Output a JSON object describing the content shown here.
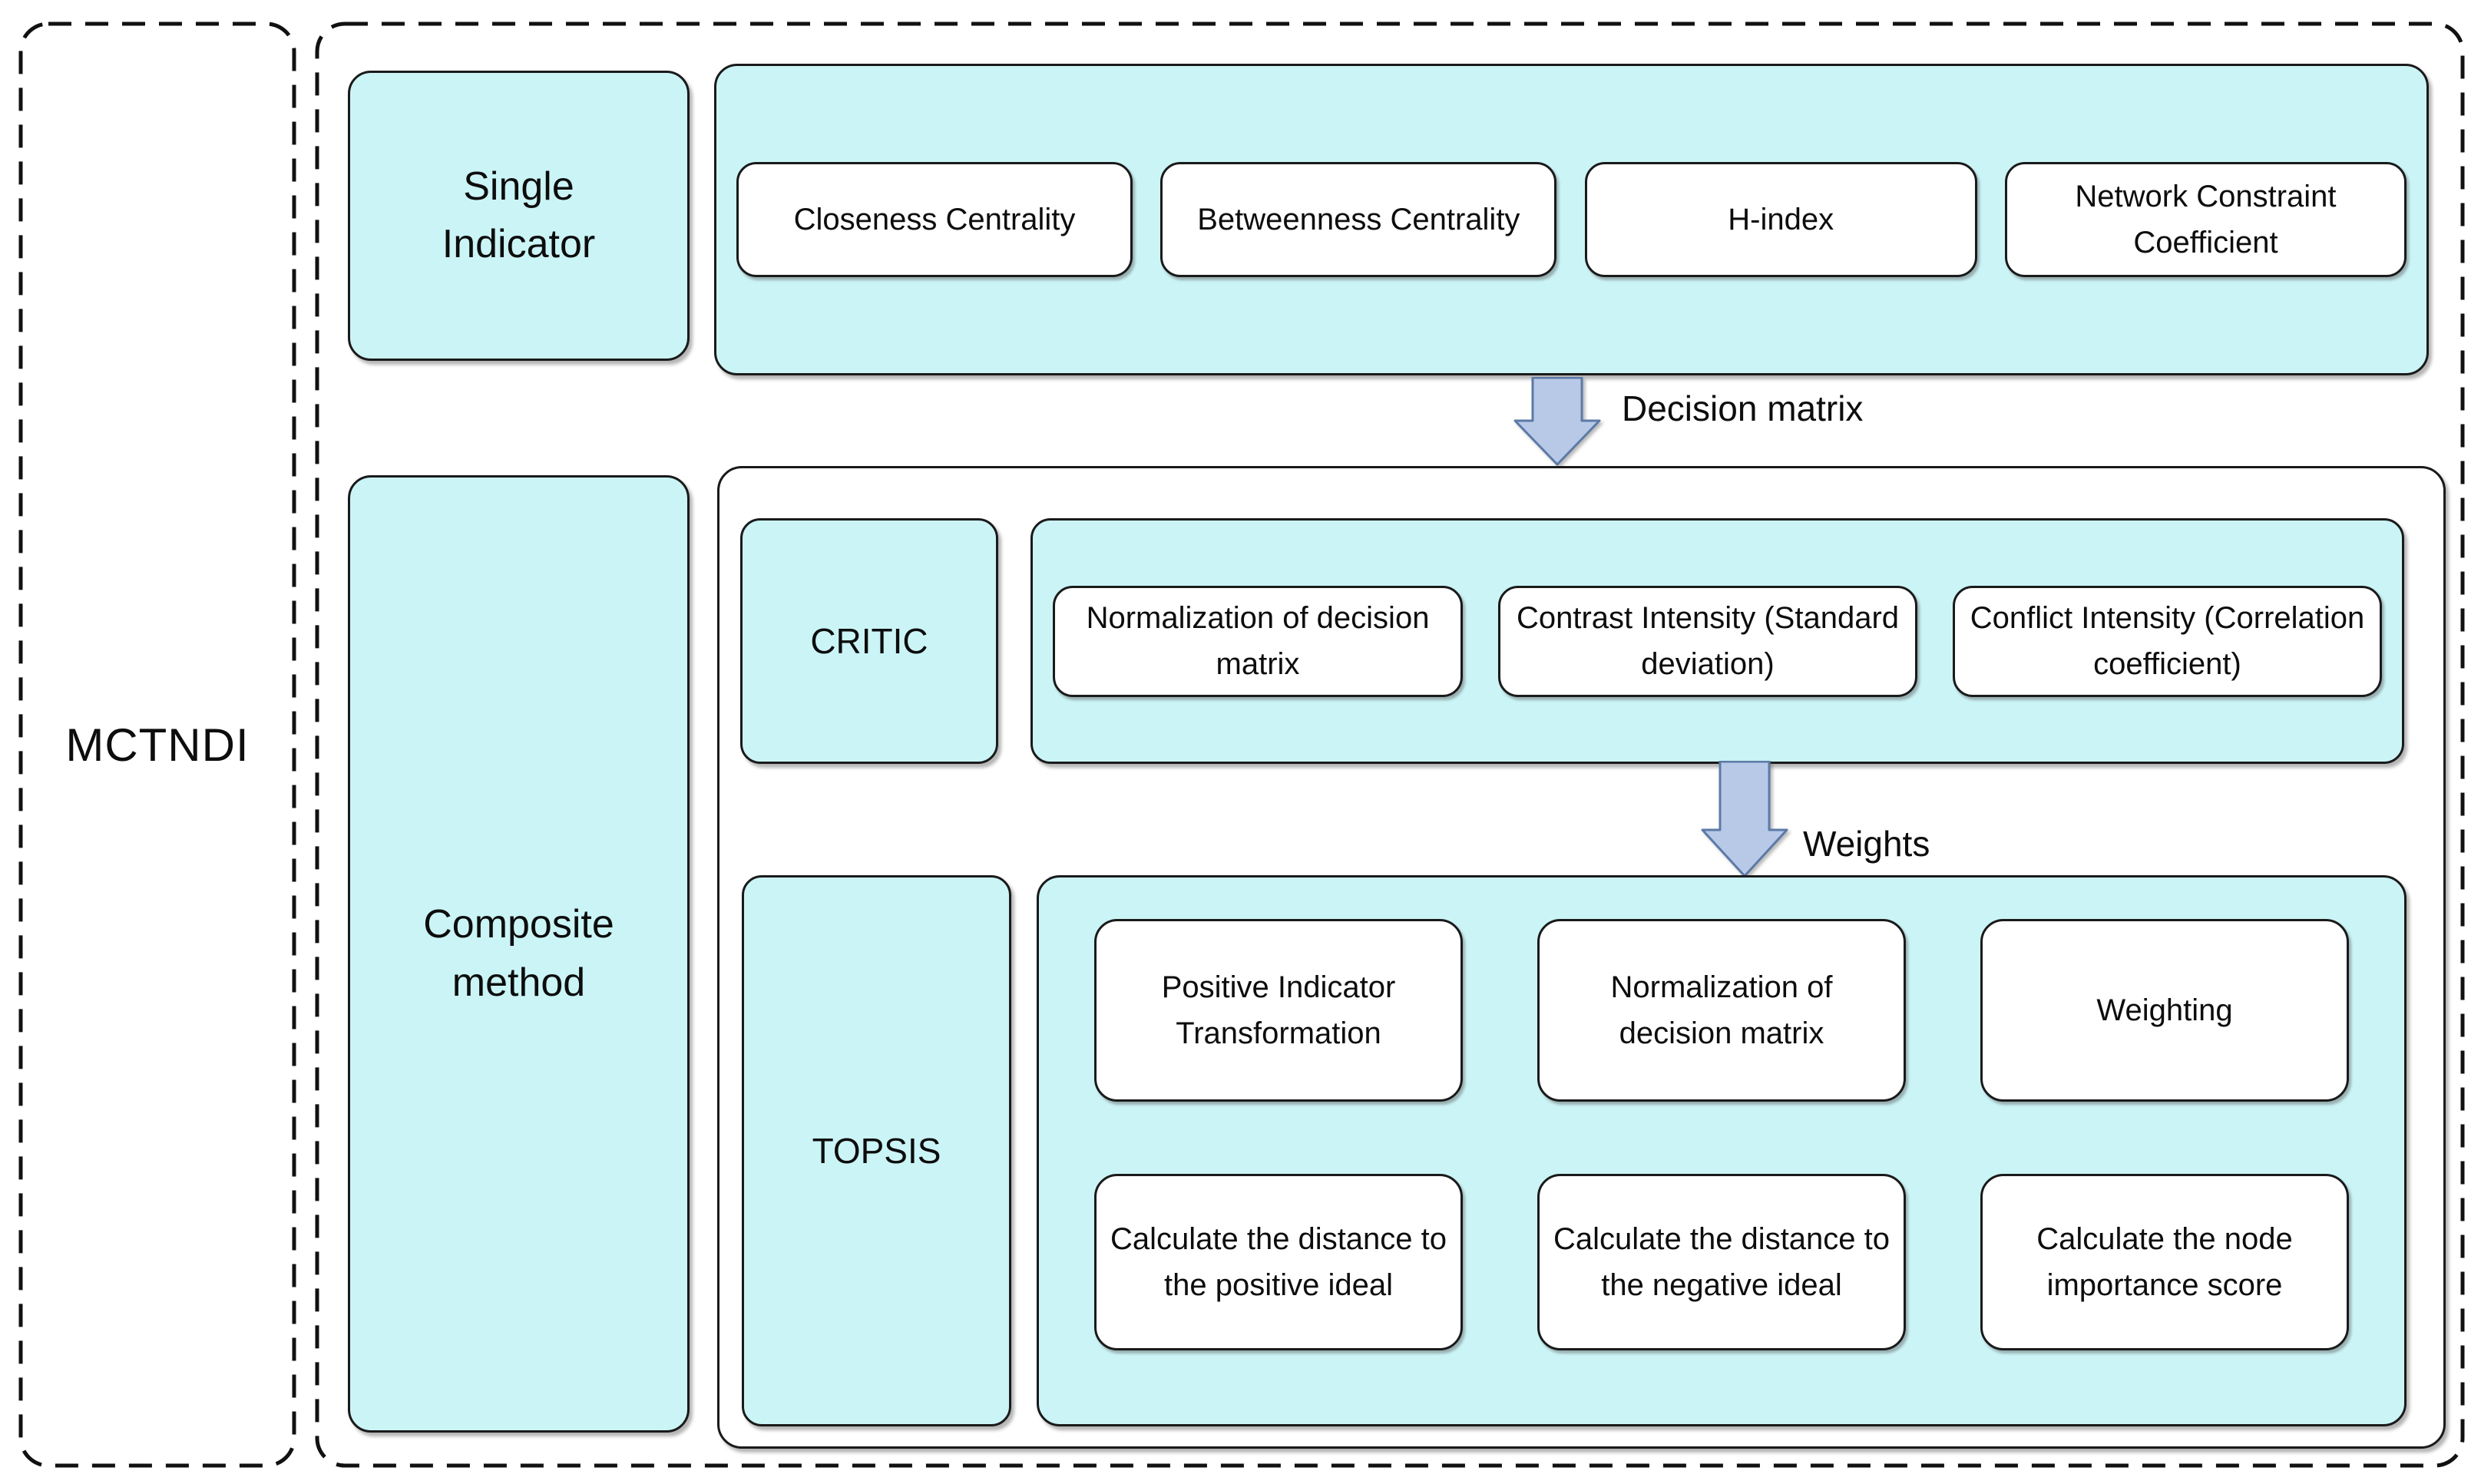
{
  "figure": {
    "root": {
      "label": "MCTNDI"
    },
    "single_indicator": {
      "label": "Single Indicator",
      "indicators": [
        "Closeness Centrality",
        "Betweenness Centrality",
        "H-index",
        "Network Constraint Coefficient"
      ]
    },
    "decision_matrix_arrow_label": "Decision matrix",
    "composite_method": {
      "label": "Composite method",
      "critic": {
        "label": "CRITIC",
        "steps": [
          "Normalization of decision matrix",
          "Contrast Intensity (Standard deviation)",
          "Conflict Intensity (Correlation coefficient)"
        ]
      },
      "weights_arrow_label": "Weights",
      "topsis": {
        "label": "TOPSIS",
        "steps_row1": [
          "Positive Indicator Transformation",
          "Normalization of decision matrix",
          "Weighting"
        ],
        "steps_row2": [
          "Calculate the distance to the positive ideal",
          "Calculate the distance to the negative ideal",
          "Calculate the node importance score"
        ]
      }
    },
    "colors": {
      "box_fill": "#cbf4f7",
      "arrow_fill": "#b8c9e8",
      "arrow_stroke": "#5c7aa6"
    }
  }
}
